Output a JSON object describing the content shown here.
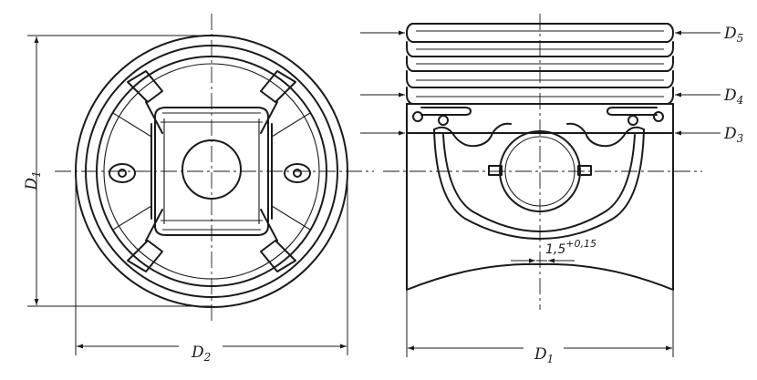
{
  "labels": {
    "d1_top_view": {
      "main": "D",
      "sub": "1"
    },
    "d2": {
      "main": "D",
      "sub": "2"
    },
    "d1_side_view": {
      "main": "D",
      "sub": "1"
    },
    "d3": {
      "main": "D",
      "sub": "3"
    },
    "d4": {
      "main": "D",
      "sub": "4"
    },
    "d5": {
      "main": "D",
      "sub": "5"
    },
    "tolerance": {
      "base": "1,5",
      "sup": "+0,15"
    }
  }
}
